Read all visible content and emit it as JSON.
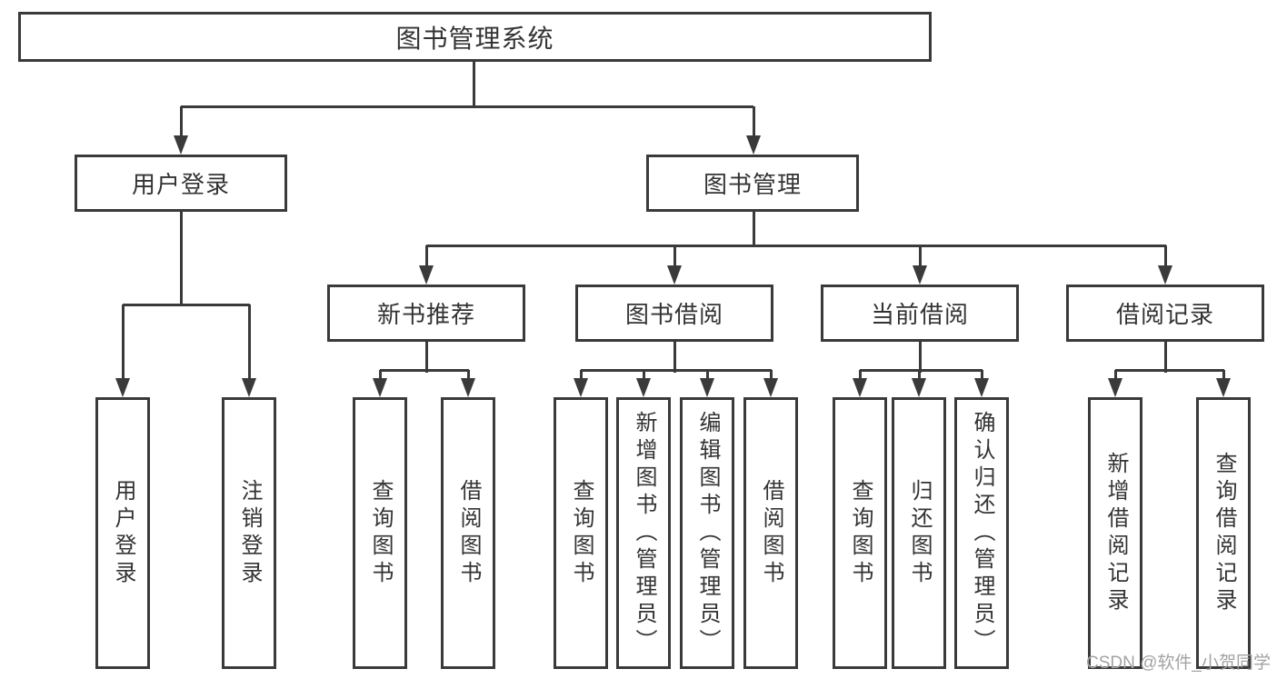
{
  "tree": {
    "root": {
      "label": "图书管理系统"
    },
    "branches": [
      {
        "label": "用户登录",
        "children": [
          {
            "label": "用户登录"
          },
          {
            "label": "注销登录"
          }
        ]
      },
      {
        "label": "图书管理",
        "children": [
          {
            "label": "新书推荐",
            "children": [
              {
                "label": "查询图书"
              },
              {
                "label": "借阅图书"
              }
            ]
          },
          {
            "label": "图书借阅",
            "children": [
              {
                "label": "查询图书"
              },
              {
                "label": "新增图书（管理员）"
              },
              {
                "label": "编辑图书（管理员）"
              },
              {
                "label": "借阅图书"
              }
            ]
          },
          {
            "label": "当前借阅",
            "children": [
              {
                "label": "查询图书"
              },
              {
                "label": "归还图书"
              },
              {
                "label": "确认归还（管理员）"
              }
            ]
          },
          {
            "label": "借阅记录",
            "children": [
              {
                "label": "新增借阅记录"
              },
              {
                "label": "查询借阅记录"
              }
            ]
          }
        ]
      }
    ]
  },
  "watermark": {
    "text": "CSDN @软件_小贺同学"
  },
  "colors": {
    "line": "#3a3a3a",
    "text": "#333333",
    "watermark": "#a3a3a3",
    "background": "#ffffff"
  }
}
